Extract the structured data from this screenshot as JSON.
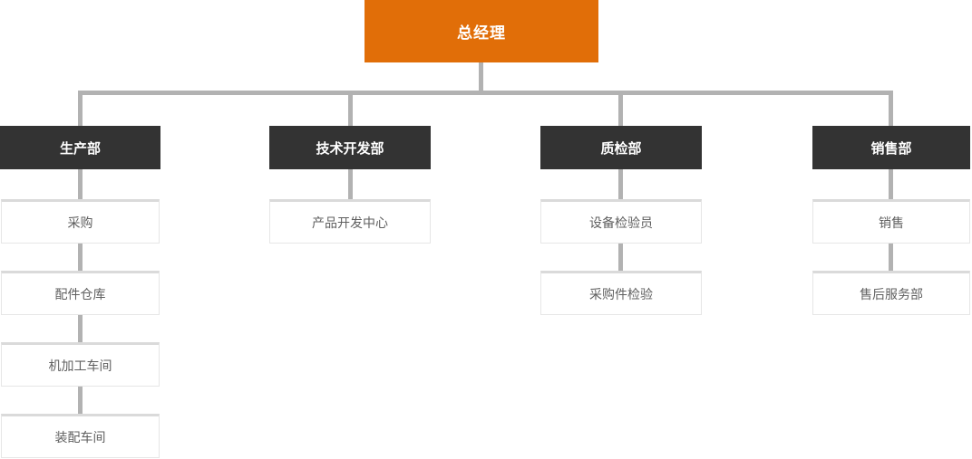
{
  "org_chart": {
    "root": {
      "label": "总经理"
    },
    "departments": [
      {
        "label": "生产部",
        "children": [
          "采购",
          "配件仓库",
          "机加工车间",
          "装配车间"
        ]
      },
      {
        "label": "技术开发部",
        "children": [
          "产品开发中心"
        ]
      },
      {
        "label": "质检部",
        "children": [
          "设备检验员",
          "采购件检验"
        ]
      },
      {
        "label": "销售部",
        "children": [
          "销售",
          "售后服务部"
        ]
      }
    ]
  },
  "colors": {
    "root_bg": "#e16e08",
    "dept_bg": "#333333",
    "connector": "#b2b2b2",
    "child_border": "#e6e6e6",
    "child_border_top": "#dadada",
    "child_text": "#5f5f5f"
  }
}
